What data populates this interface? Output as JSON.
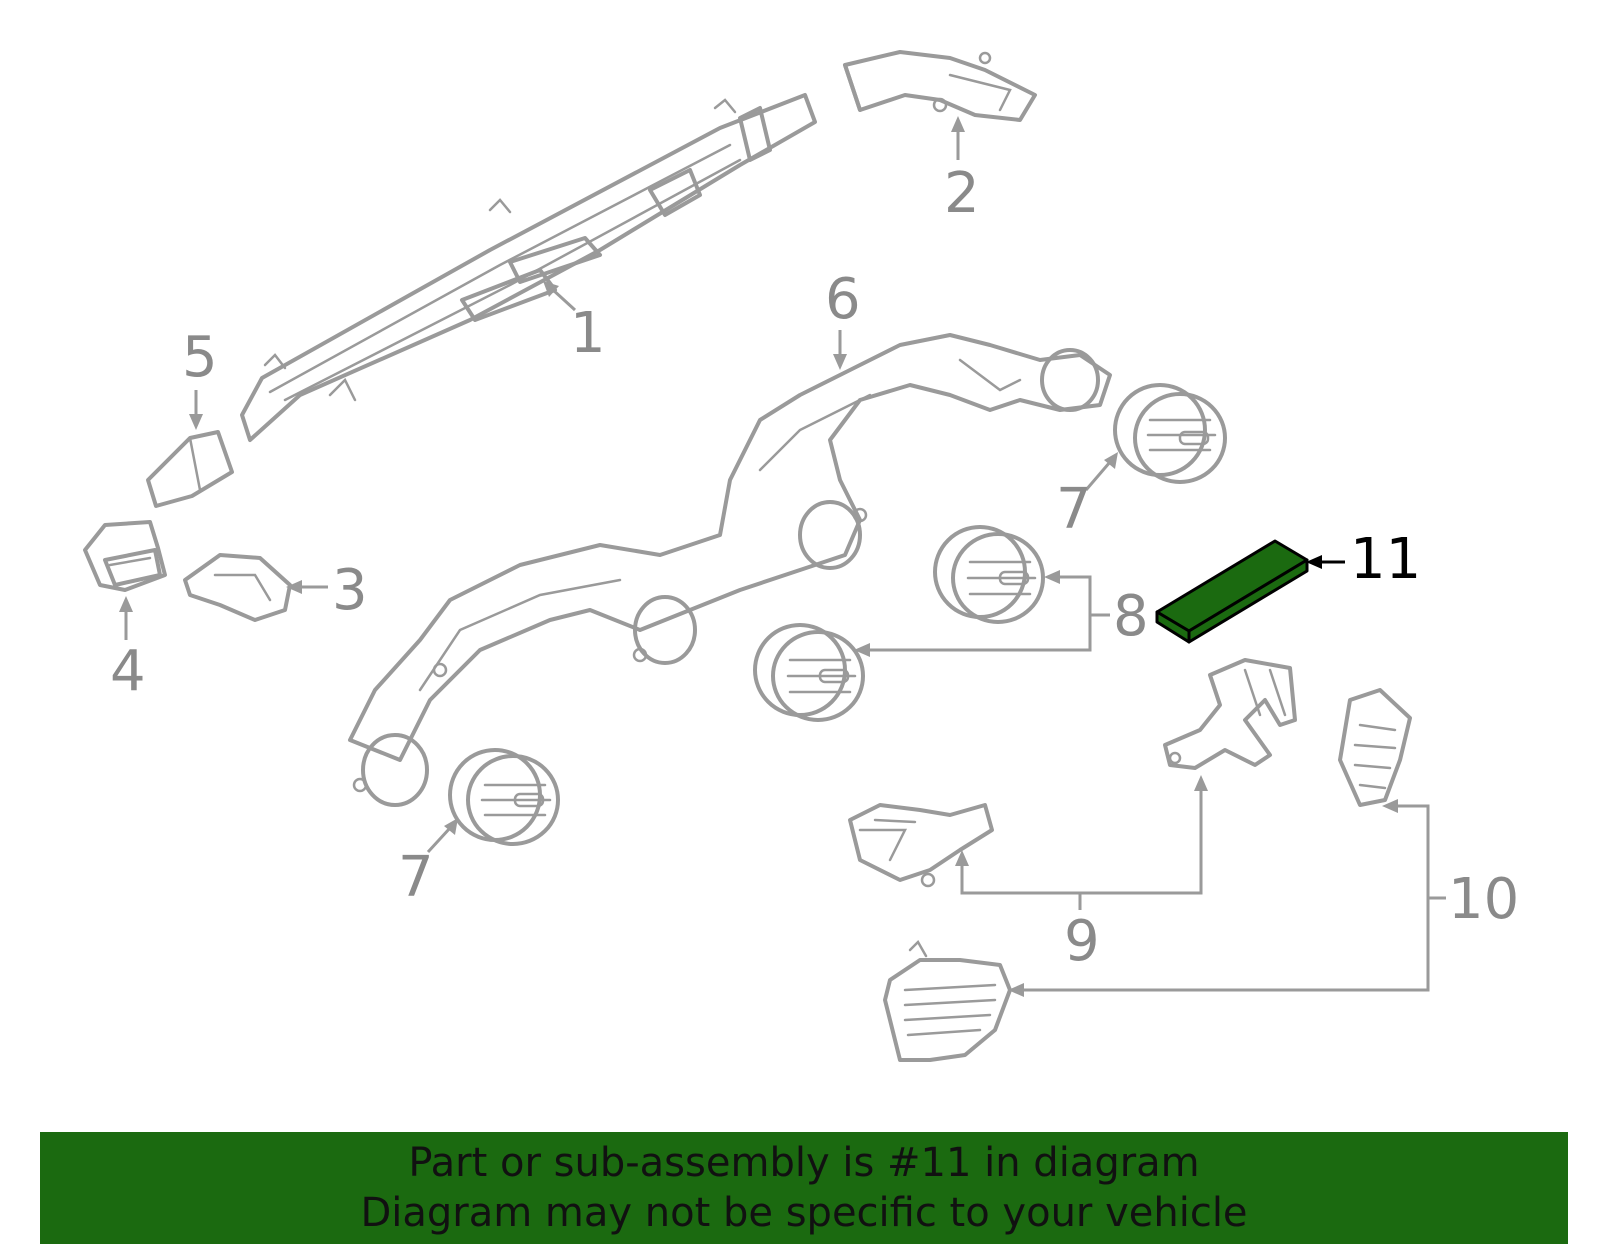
{
  "callouts": {
    "c1": "1",
    "c2": "2",
    "c3": "3",
    "c4": "4",
    "c5": "5",
    "c6": "6",
    "c7a": "7",
    "c7b": "7",
    "c8": "8",
    "c9": "9",
    "c10": "10",
    "c11": "11"
  },
  "highlight": {
    "part": "11",
    "color": "#1b6a10"
  },
  "banner": {
    "line1": "Part or sub-assembly is #11 in diagram",
    "line2": "Diagram may not be specific to your vehicle",
    "background": "#1b6a10"
  },
  "colors": {
    "line": "#9a9a9a",
    "label": "#8a8a8a",
    "highlight_label": "#000000"
  }
}
